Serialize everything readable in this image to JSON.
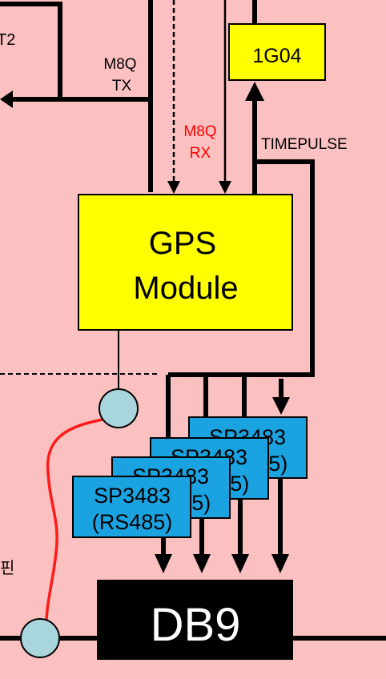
{
  "labels": {
    "corner_fragment": "T2",
    "m8q_tx": [
      "M8Q",
      "TX"
    ],
    "m8q_rx": [
      "M8Q",
      "RX"
    ],
    "timepulse": "TIMEPULSE",
    "pin_fragment": "핀"
  },
  "blocks": {
    "ic_1g04": "1G04",
    "gps_module": [
      "GPS",
      "Module"
    ],
    "db9": "DB9"
  },
  "transceivers": [
    {
      "line1": "SP3483",
      "line2": "(RS485)"
    },
    {
      "line1": "SP3483",
      "line2": "(RS485)"
    },
    {
      "line1": "SP3483",
      "line2": "(RS485)"
    },
    {
      "line1": "SP3483",
      "line2": "(RS485)"
    }
  ],
  "colors": {
    "background": "#fbc0c0",
    "block_yellow": "#ffff00",
    "transceiver_blue": "#1aa3e0",
    "wire_black": "#000000",
    "rx_red": "#ff0000",
    "antenna_wire": "#ff1a1a",
    "connector_circle": "#a9d5dd"
  }
}
